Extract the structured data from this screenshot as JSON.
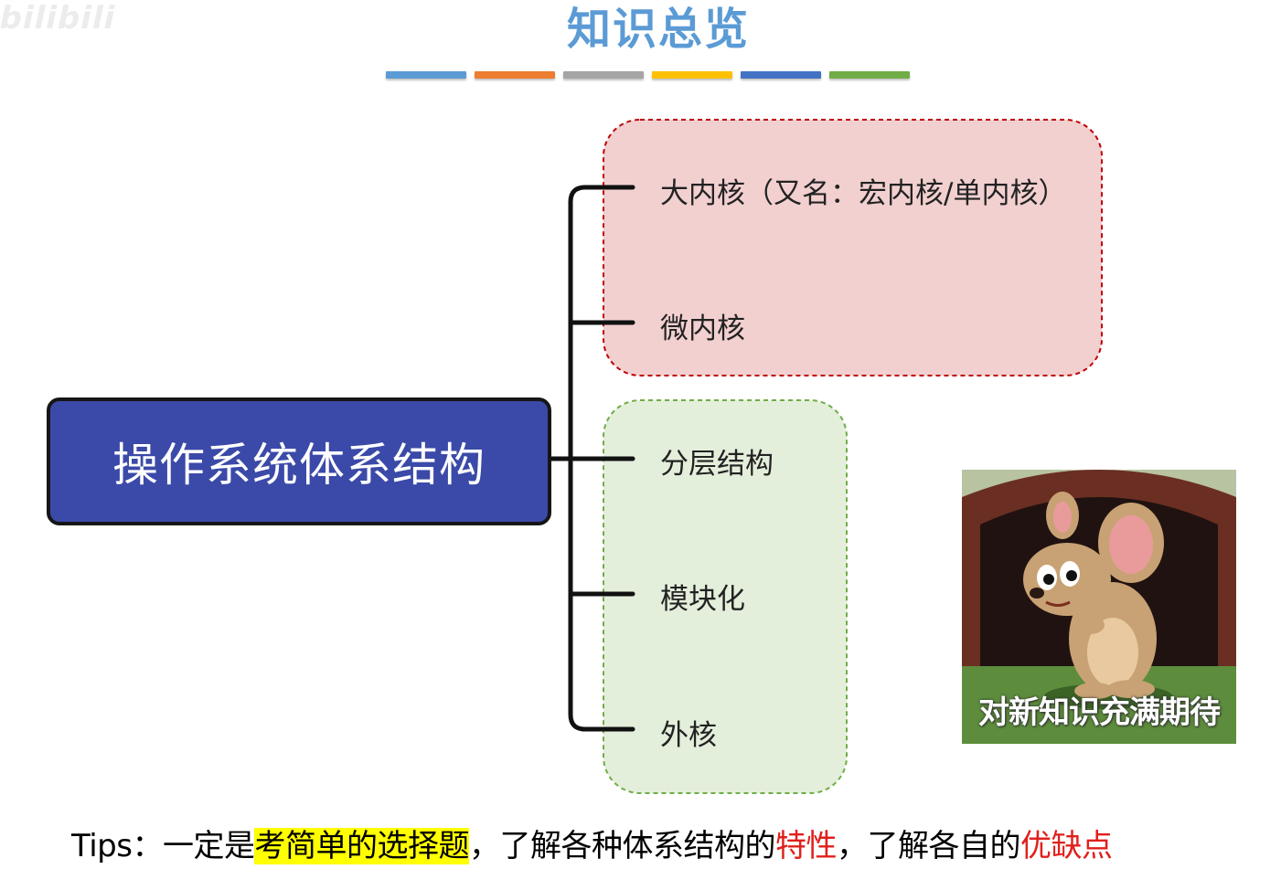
{
  "watermark": "bilibili",
  "title": "知识总览",
  "accent_bars": [
    "#5b9bd5",
    "#ed7d31",
    "#a5a5a5",
    "#ffc000",
    "#4472c4",
    "#70ad47"
  ],
  "root": {
    "label": "操作系统体系结构",
    "fill_color": "#3b4aa8"
  },
  "groups": [
    {
      "name": "kernel-group",
      "fill_color": "#f2d0d0",
      "border_color": "#c00000",
      "branches": [
        "大内核（又名：宏内核/单内核）",
        "微内核"
      ]
    },
    {
      "name": "structure-group",
      "fill_color": "#e4efdb",
      "border_color": "#70ad47",
      "branches": [
        "分层结构",
        "模块化",
        "外核"
      ]
    }
  ],
  "meme": {
    "caption": "对新知识充满期待"
  },
  "tips": {
    "prefix": "Tips：一定是",
    "highlight": "考简单的选择题",
    "middle": "，了解各种体系结构的",
    "red1": "特性",
    "middle2": "，了解各自的",
    "red2": "优缺点"
  }
}
